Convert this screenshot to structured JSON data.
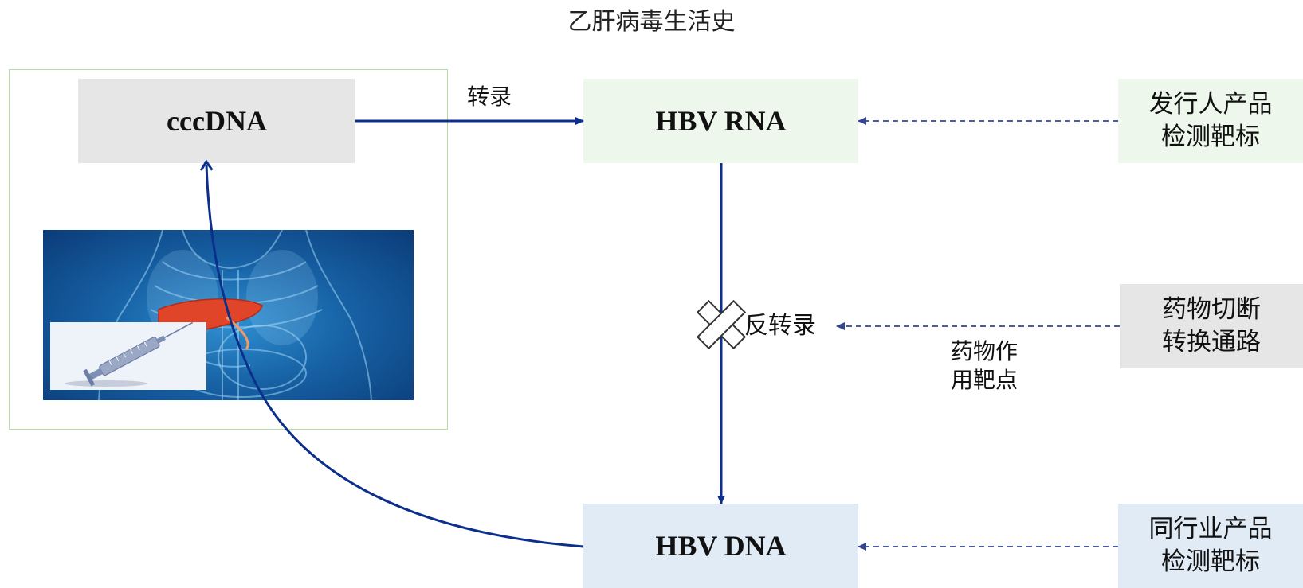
{
  "diagram": {
    "title": "乙肝病毒生活史",
    "nodes": {
      "cccdna": "cccDNA",
      "hbv_rna": "HBV RNA",
      "hbv_dna": "HBV DNA",
      "issuer_product": "发行人产品\n检测靶标",
      "drug_cut": "药物切断\n转换通路",
      "peer_product": "同行业产品\n检测靶标"
    },
    "edges": {
      "transcription": "转录",
      "reverse_transcription": "反转录",
      "drug_target": "药物作\n用靶点"
    },
    "illustration": {
      "subject": "human torso with highlighted liver",
      "inset": "syringe"
    },
    "colors": {
      "arrow": "#0b2f8a",
      "dashed_arrow": "#33458f",
      "cccdna_box": "#e6e6e6",
      "hbv_rna_box": "#eef7ec",
      "hbv_dna_box": "#e1ebf6",
      "issuer_box": "#eef7ec",
      "drug_box": "#e6e6e6",
      "peer_box": "#e1ebf6",
      "frame_border": "#b6dca4",
      "liver": "#e0452a"
    }
  }
}
